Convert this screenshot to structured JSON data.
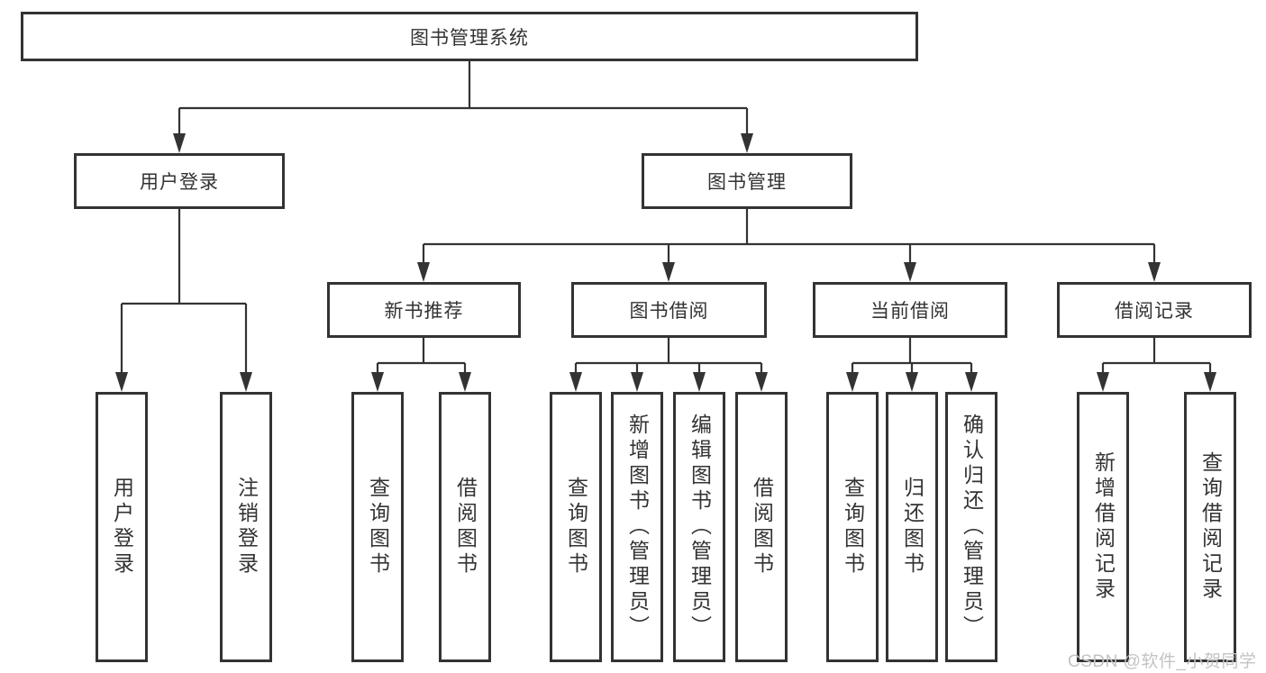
{
  "diagram": {
    "root": {
      "label": "图书管理系统"
    },
    "branches": [
      {
        "label": "用户登录",
        "children": [
          {
            "label": "用户登录"
          },
          {
            "label": "注销登录"
          }
        ]
      },
      {
        "label": "图书管理",
        "groups": [
          {
            "label": "新书推荐",
            "children": [
              {
                "label": "查询图书"
              },
              {
                "label": "借阅图书"
              }
            ]
          },
          {
            "label": "图书借阅",
            "children": [
              {
                "label": "查询图书"
              },
              {
                "label": "新增图书（管理员）"
              },
              {
                "label": "编辑图书（管理员）"
              },
              {
                "label": "借阅图书"
              }
            ]
          },
          {
            "label": "当前借阅",
            "children": [
              {
                "label": "查询图书"
              },
              {
                "label": "归还图书"
              },
              {
                "label": "确认归还（管理员）"
              }
            ]
          },
          {
            "label": "借阅记录",
            "children": [
              {
                "label": "新增借阅记录"
              },
              {
                "label": "查询借阅记录"
              }
            ]
          }
        ]
      }
    ],
    "watermark": "CSDN @软件_小贺同学",
    "colors": {
      "line": "#333333",
      "text": "#333333",
      "background": "#ffffff",
      "watermark": "#c3c3c3"
    }
  }
}
